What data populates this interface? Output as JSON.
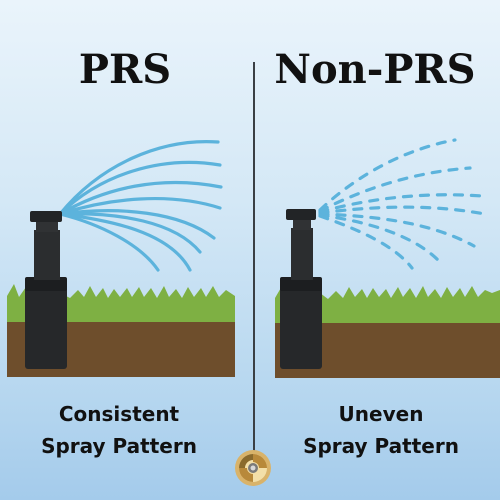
{
  "left_panel": {
    "heading": "PRS",
    "caption_line1": "Consistent",
    "caption_line2": "Spray Pattern",
    "spray_style": "solid"
  },
  "right_panel": {
    "heading": "Non-PRS",
    "caption_line1": "Uneven",
    "caption_line2": "Spray Pattern",
    "spray_style": "dashed"
  },
  "colors": {
    "water": "#5cb3dc",
    "soil": "#6e4e2c",
    "grass": "#7eb043",
    "sprinkler": "#26282a",
    "background_top": "#eaf4fb",
    "background_bottom": "#a4cbeb"
  },
  "logo": {
    "icon": "gold-circular-logo-icon"
  }
}
